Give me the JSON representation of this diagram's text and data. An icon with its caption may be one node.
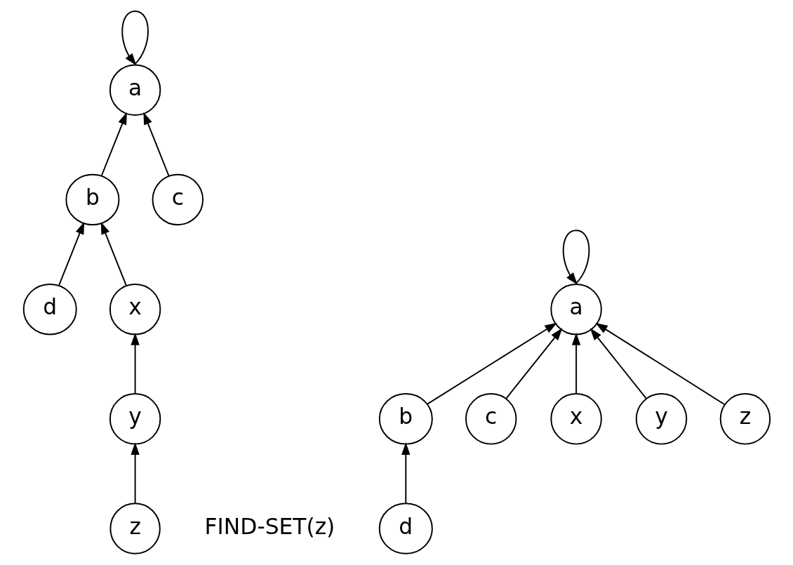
{
  "diagram": {
    "nodes": [
      {
        "text": [
          "a"
        ]
      },
      {
        "text": [
          "b"
        ]
      },
      {
        "text": [
          "c"
        ]
      },
      {
        "text": [
          "d"
        ]
      },
      {
        "text": [
          "x"
        ]
      },
      {
        "text": [
          "y"
        ]
      },
      {
        "text": [
          "z"
        ]
      },
      {
        "text": [
          "a"
        ]
      },
      {
        "text": [
          "b"
        ]
      },
      {
        "text": [
          "c"
        ]
      },
      {
        "text": [
          "x"
        ]
      },
      {
        "text": [
          "y"
        ]
      },
      {
        "text": [
          "z"
        ]
      },
      {
        "text": [
          "d"
        ]
      }
    ],
    "edges": [
      {
        "from": 0,
        "to": 0,
        "arrow": "to"
      },
      {
        "from": 1,
        "to": 0,
        "arrow": "to"
      },
      {
        "from": 2,
        "to": 0,
        "arrow": "to"
      },
      {
        "from": 3,
        "to": 1,
        "arrow": "to"
      },
      {
        "from": 4,
        "to": 1,
        "arrow": "to"
      },
      {
        "from": 5,
        "to": 4,
        "arrow": "to"
      },
      {
        "from": 6,
        "to": 5,
        "arrow": "to"
      },
      {
        "from": 7,
        "to": 7,
        "arrow": "to"
      },
      {
        "from": 8,
        "to": 7,
        "arrow": "to"
      },
      {
        "from": 9,
        "to": 7,
        "arrow": "to"
      },
      {
        "from": 10,
        "to": 7,
        "arrow": "to"
      },
      {
        "from": 11,
        "to": 7,
        "arrow": "to"
      },
      {
        "from": 12,
        "to": 7,
        "arrow": "to"
      },
      {
        "from": 13,
        "to": 8,
        "arrow": "to"
      }
    ],
    "labels": [
      "FIND-SET(z)"
    ]
  }
}
